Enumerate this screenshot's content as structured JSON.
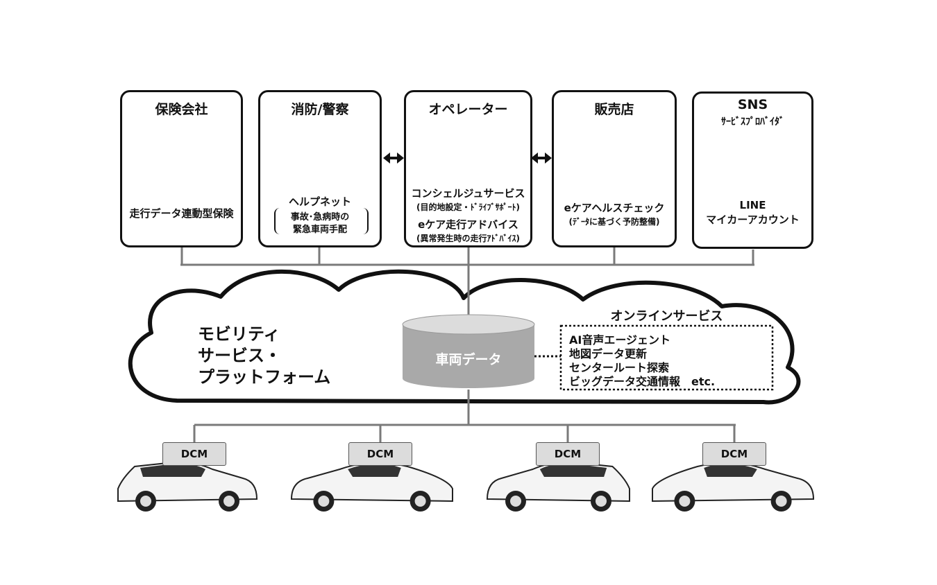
{
  "partners": [
    {
      "title": "保険会社",
      "sub": "",
      "lines": [
        "走行データ連動型保険"
      ]
    },
    {
      "title": "消防/警察",
      "sub": "",
      "lines": [
        "ヘルプネット"
      ],
      "bracket": [
        "事故･急病時の",
        "緊急車両手配"
      ]
    },
    {
      "title": "オペレーター",
      "sub": "",
      "lines": [
        "コンシェルジュサービス",
        "(目的地設定・ﾄﾞﾗｲﾌﾞｻﾎﾟｰﾄ)",
        "eケア走行アドバイス",
        "(異常発生時の走行ｱﾄﾞﾊﾞｲｽ)"
      ]
    },
    {
      "title": "販売店",
      "sub": "",
      "lines": [
        "eケアヘルスチェック",
        "(ﾃﾞｰﾀに基づく予防整備)"
      ]
    },
    {
      "title": "SNS",
      "sub": "ｻｰﾋﾞｽﾌﾟﾛﾊﾞｲﾀﾞ",
      "lines": [
        "LINE",
        "マイカーアカウント"
      ]
    }
  ],
  "platform": {
    "lines": [
      "モビリティ",
      "サービス・",
      "プラットフォーム"
    ]
  },
  "database": {
    "label": "車両データ"
  },
  "online": {
    "title": "オンラインサービス",
    "items": [
      "AI音声エージェント",
      "地図データ更新",
      "センタールート探索",
      "ビッグデータ交通情報　etc."
    ]
  },
  "vehicles": [
    {
      "label": "DCM"
    },
    {
      "label": "DCM"
    },
    {
      "label": "DCM"
    },
    {
      "label": "DCM"
    }
  ],
  "colors": {
    "line": "#7a7a7a",
    "db_fill": "#a9a9a9",
    "db_top": "#dcdcdc",
    "dcm_fill": "#dcdcdc"
  }
}
